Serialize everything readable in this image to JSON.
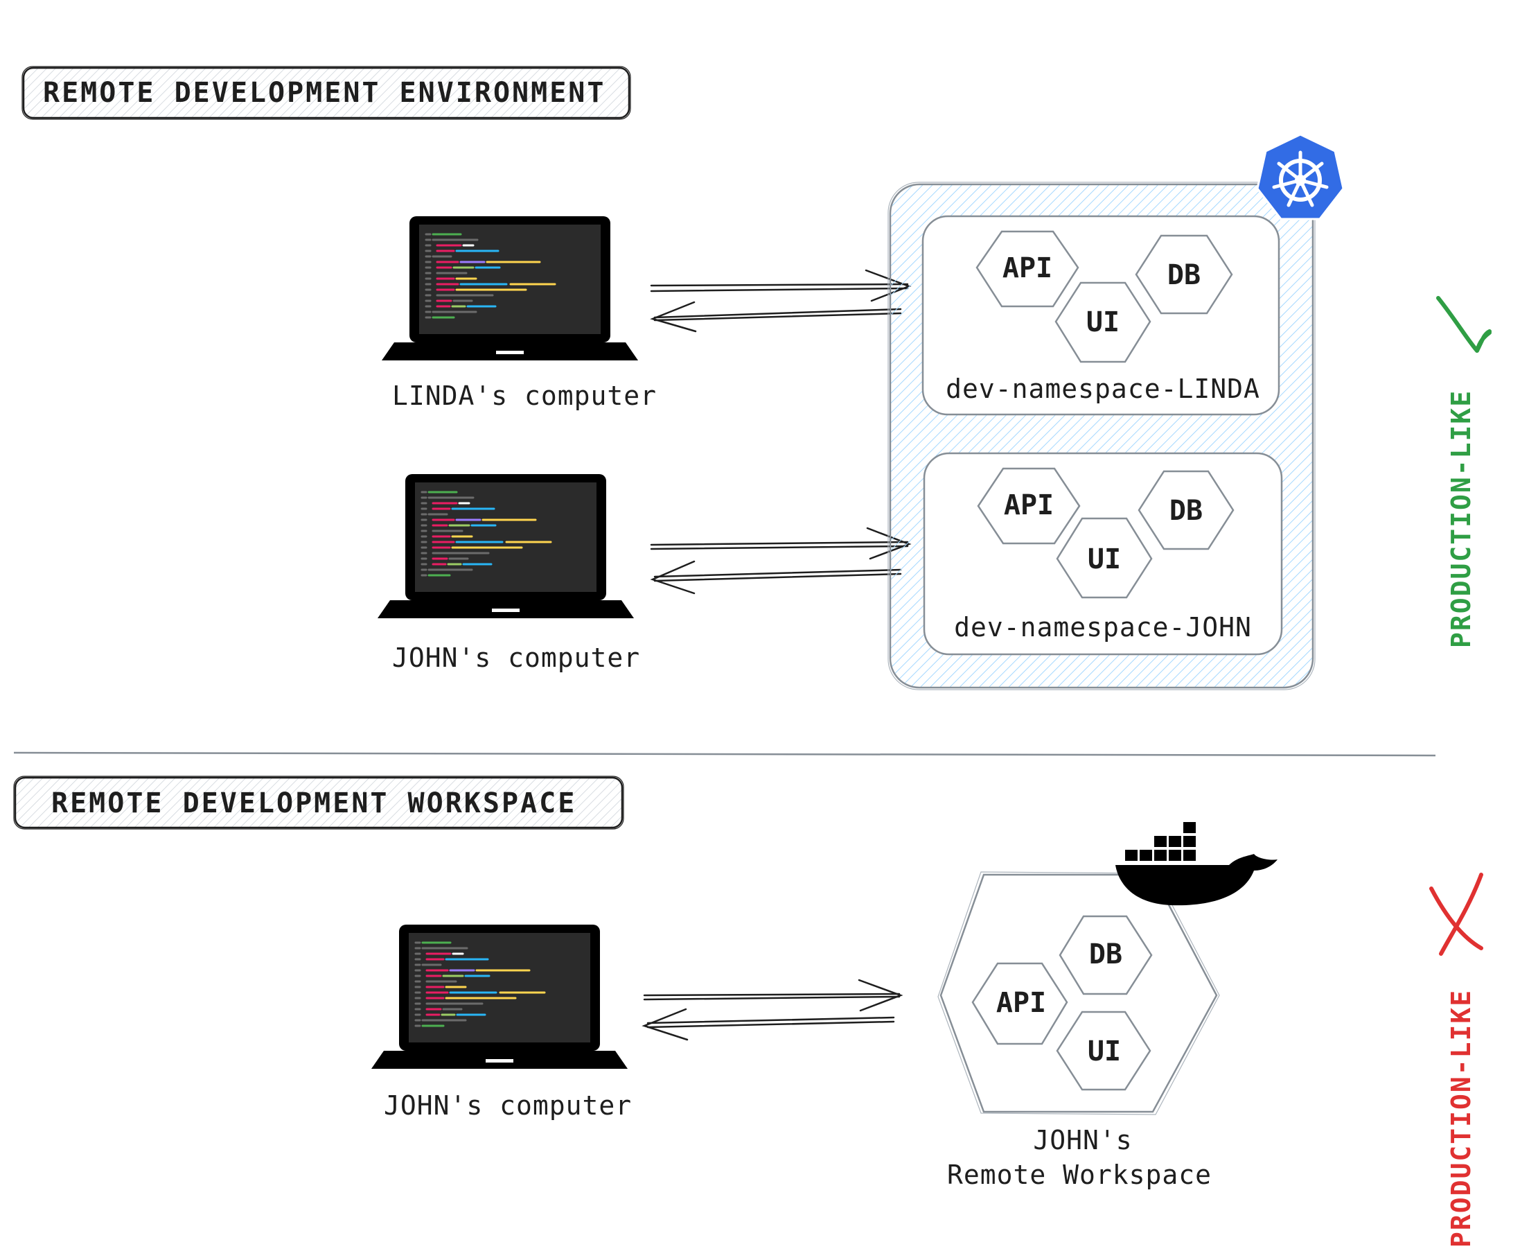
{
  "sections": {
    "environment": {
      "title": "REMOTE DEVELOPMENT ENVIRONMENT",
      "computers": [
        {
          "label": "LINDA's computer"
        },
        {
          "label": "JOHN's computer"
        }
      ],
      "namespaces": [
        {
          "label": "dev-namespace-LINDA",
          "services": [
            "API",
            "DB",
            "UI"
          ]
        },
        {
          "label": "dev-namespace-JOHN",
          "services": [
            "API",
            "DB",
            "UI"
          ]
        }
      ],
      "platform_icon": "kubernetes-icon",
      "verdict": {
        "text": "PRODUCTION-LIKE",
        "mark": "check-icon",
        "color": "#2f9e44"
      }
    },
    "workspace": {
      "title": "REMOTE DEVELOPMENT WORKSPACE",
      "computer": {
        "label": "JOHN's computer"
      },
      "workspace": {
        "label_line1": "JOHN's",
        "label_line2": "Remote Workspace",
        "services": [
          "DB",
          "API",
          "UI"
        ]
      },
      "platform_icon": "docker-icon",
      "verdict": {
        "text": "PRODUCTION-LIKE",
        "mark": "cross-icon",
        "color": "#e03131"
      }
    }
  },
  "colors": {
    "ink": "#1e1e1e",
    "hatch": "#a5d8ff",
    "kubernetes": "#326ce5",
    "title_fill": "#e9ecef",
    "outline_gray": "#868e96"
  }
}
